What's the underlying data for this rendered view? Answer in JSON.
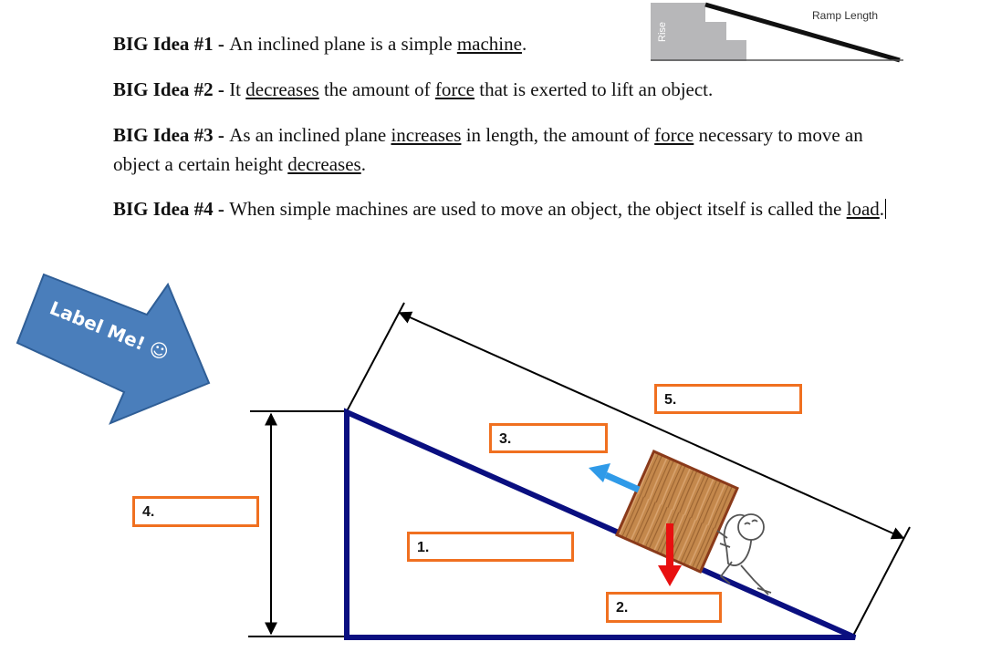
{
  "ideas": [
    {
      "prefix": "BIG Idea #1 - ",
      "t1": "An inclined plane is a simple ",
      "u1": "machine",
      "t2": "."
    },
    {
      "prefix": "BIG Idea #2 - ",
      "t1": "It ",
      "u1": "decreases",
      "t2": " the amount of ",
      "u2": "force",
      "t3": " that is exerted to lift an object."
    },
    {
      "prefix": "BIG Idea #3 - ",
      "t1": "As an inclined plane ",
      "u1": "increases",
      "t2": " in length, the amount of ",
      "u2": "force",
      "t3": " necessary to move an object a certain height ",
      "u3": "decreases",
      "t4": "."
    },
    {
      "prefix": "BIG Idea #4 - ",
      "t1": "When simple machines are used to move an object, the object itself is called the ",
      "u1": "load",
      "t2": "."
    }
  ],
  "ramp_figure": {
    "ramp_length_label": "Ramp Length",
    "rise_label": "Rise"
  },
  "callout": {
    "text": "Label Me! ☺",
    "color": "#4a7ebb"
  },
  "label_boxes": [
    "1.",
    "2.",
    "3.",
    "4.",
    "5."
  ],
  "colors": {
    "ramp": "#0a0f80",
    "box_border": "#f07020",
    "force_arrow_down": "#e81010",
    "force_arrow_up": "#2f9ae8",
    "crate": "#b5783e"
  }
}
